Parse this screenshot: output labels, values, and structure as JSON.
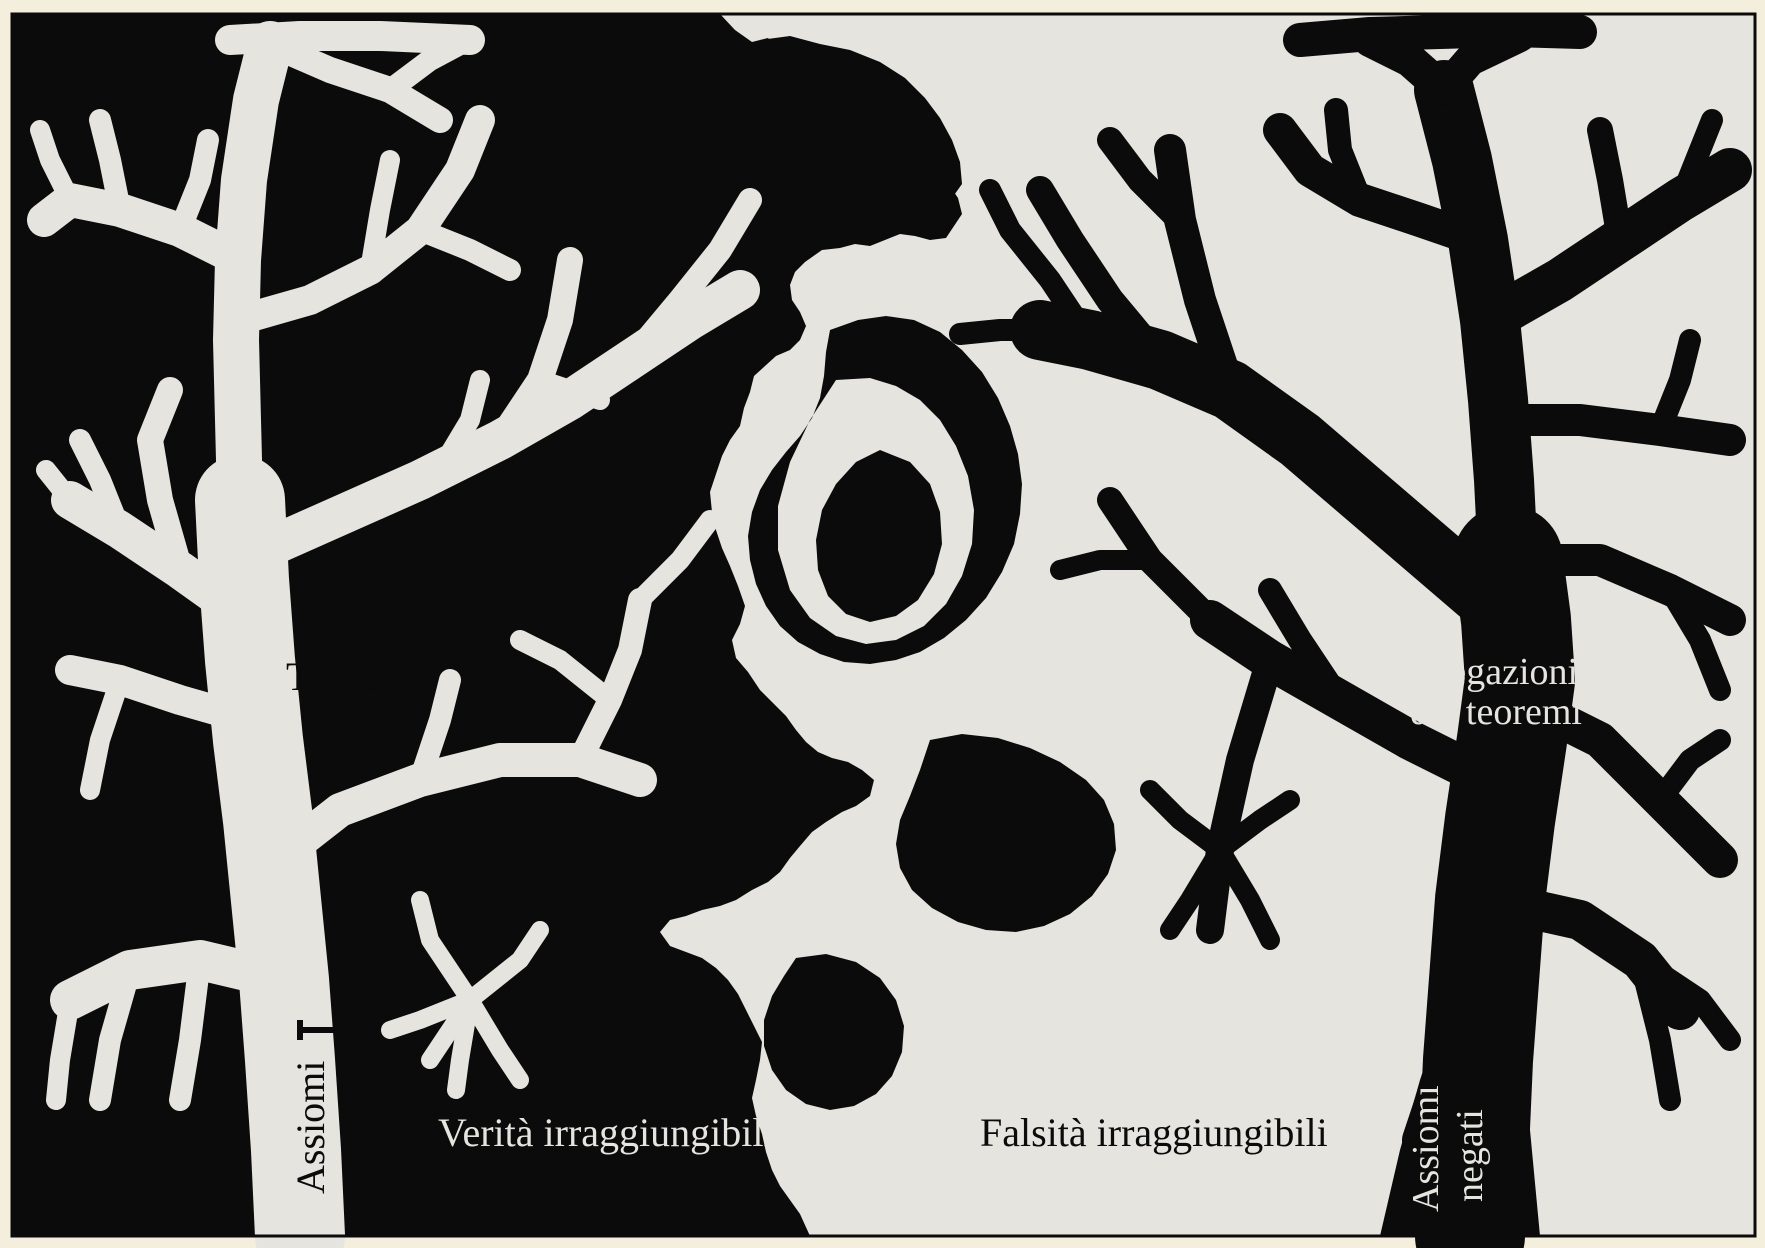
{
  "colors": {
    "black": "#0b0b0b",
    "paper": "#e9e6df",
    "frame": "#f4eedc"
  },
  "labels": {
    "theorems": "Teoremi",
    "axioms": "Assiomi",
    "unreachable_truths": "Verità irraggiungibili",
    "unreachable_falsehoods": "Falsità irraggiungibili",
    "negations_line1": "Negazioni",
    "negations_line2": "dei teoremi",
    "negated_axioms_line1": "Assiomi",
    "negated_axioms_line2": "negati"
  }
}
